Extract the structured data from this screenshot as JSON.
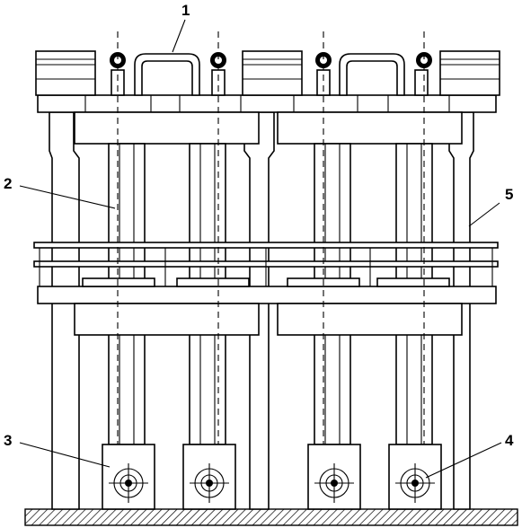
{
  "figure": {
    "callouts": [
      {
        "id": "1",
        "text": "1"
      },
      {
        "id": "2",
        "text": "2"
      },
      {
        "id": "3",
        "text": "3"
      },
      {
        "id": "4",
        "text": "4"
      },
      {
        "id": "5",
        "text": "5"
      }
    ]
  },
  "colors": {
    "line": "#000000",
    "background": "#ffffff",
    "ground_hatch": "#000000"
  }
}
